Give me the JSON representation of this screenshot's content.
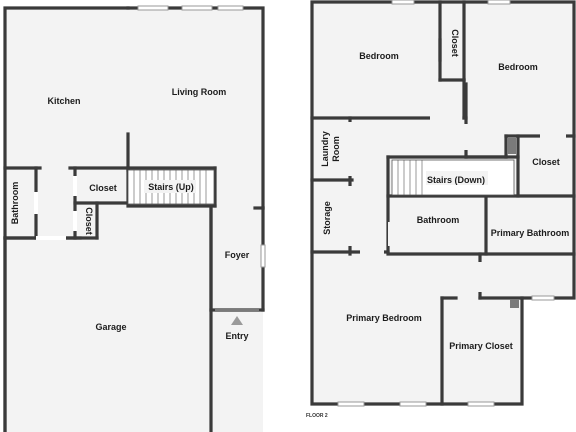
{
  "floor1": {
    "rooms": {
      "kitchen": "Kitchen",
      "living_room": "Living Room",
      "closet": "Closet",
      "stairs_up": "Stairs (Up)",
      "bathroom": "Bathroom",
      "closet_small": "Closet",
      "foyer": "Foyer",
      "garage": "Garage",
      "entry": "Entry"
    }
  },
  "floor2": {
    "rooms": {
      "bedroom_1": "Bedroom",
      "closet_top": "Closet",
      "bedroom_2": "Bedroom",
      "laundry_room": "Laundry Room",
      "laundry_line1": "Laundry",
      "laundry_line2": "Room",
      "stairs_down": "Stairs (Down)",
      "closet_right": "Closet",
      "storage": "Storage",
      "bathroom": "Bathroom",
      "primary_bathroom": "Primary Bathroom",
      "primary_bedroom": "Primary Bedroom",
      "primary_closet": "Primary Closet"
    },
    "floor_label": "FLOOR 2"
  },
  "colors": {
    "wall": "#3a3a3a",
    "floor": "#f3f3f3",
    "background": "#ffffff"
  }
}
